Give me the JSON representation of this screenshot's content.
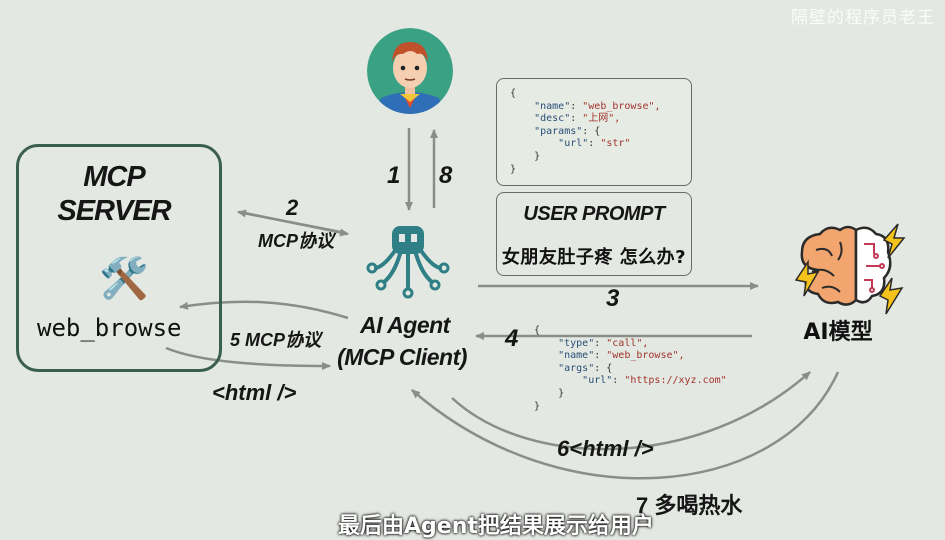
{
  "watermark": "隔壁的程序员老王",
  "server": {
    "title_line1": "MCP",
    "title_line2": "SERVER",
    "tool_name": "web_browse",
    "tool_icon": "wrench-screwdriver-icon"
  },
  "tool_json": {
    "open": "{",
    "name_key": "\"name\"",
    "name_val": "\"web_browse\",",
    "desc_key": "\"desc\"",
    "desc_val": "\"上网\",",
    "params_key": "\"params\"",
    "params_open": ": {",
    "url_key": "\"url\"",
    "url_val": "\"str\"",
    "params_close": "}",
    "close": "}"
  },
  "prompt": {
    "title": "USER PROMPT",
    "text": "女朋友肚子疼 怎么办?"
  },
  "call_json": {
    "open": "{",
    "type_key": "\"type\"",
    "type_val": "\"call\",",
    "name_key": "\"name\"",
    "name_val": "\"web_browse\",",
    "args_key": "\"args\"",
    "args_open": ": {",
    "url_key": "\"url\"",
    "url_val": "\"https://xyz.com\"",
    "args_close": "}",
    "close": "}"
  },
  "agent": {
    "name": "AI Agent",
    "sub": "(MCP Client)"
  },
  "ai_model": {
    "name": "AI模型"
  },
  "labels": {
    "step1": "1",
    "step8": "8",
    "step2": "2",
    "step2_text": "MCP协议",
    "step3": "3",
    "step4": "4",
    "step5": "5 MCP协议",
    "html_return": "<html />",
    "step6": "6<html />",
    "step7": "7 多喝热水"
  },
  "subtitle": "最后由Agent把结果展示给用户",
  "colors": {
    "border": "#3b5f4e",
    "arrow": "#8a8e88",
    "agent_icon": "#2e7f86",
    "bolt": "#f5c21b",
    "brain": "#f2a56e"
  }
}
